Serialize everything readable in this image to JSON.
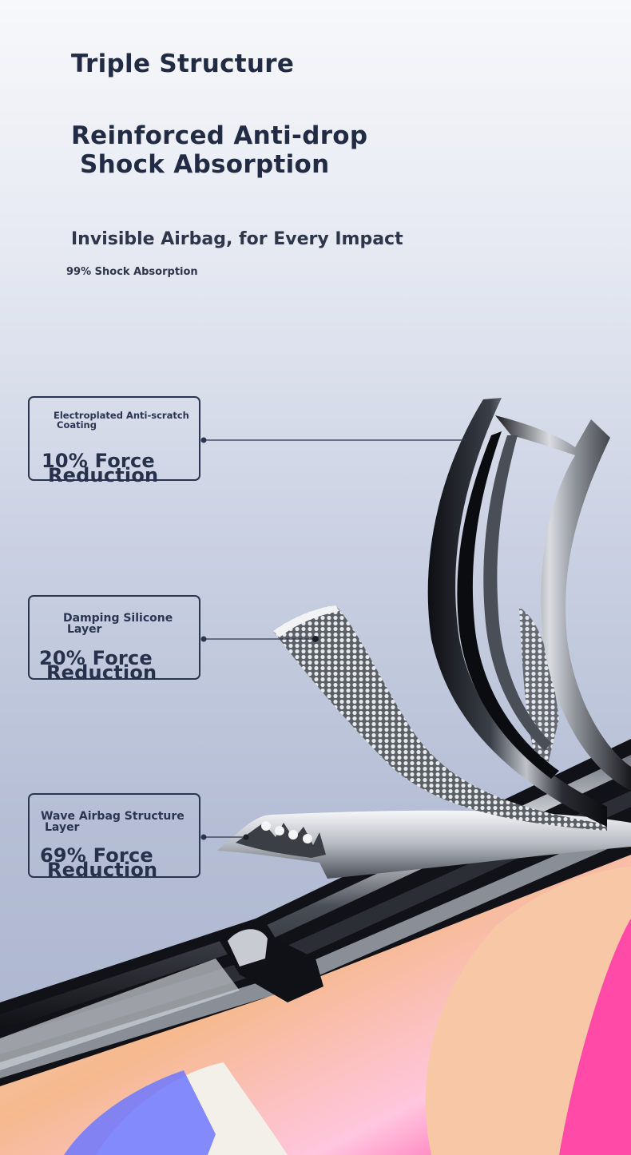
{
  "header": {
    "title": "Triple Structure",
    "subtitle_line1": "Reinforced Anti-drop",
    "subtitle_line2": "Shock Absorption",
    "tagline": "Invisible Airbag, for Every Impact",
    "tagline_small": "99% Shock Absorption"
  },
  "callouts": [
    {
      "label_line1": "Electroplated Anti-scratch",
      "label_line2": "Coating",
      "value_line1": "10% Force",
      "value_line2": "Reduction"
    },
    {
      "label_line1": "Damping Silicone",
      "label_line2": "Layer",
      "value_line1": "20% Force",
      "value_line2": "Reduction"
    },
    {
      "label_line1": "Wave Airbag Structure",
      "label_line2": "Layer",
      "value_line1": "69% Force",
      "value_line2": "Reduction"
    }
  ],
  "colors": {
    "text_dark": "#222b44",
    "frame_black": "#111318",
    "accent_pink": "#ff3fa3",
    "accent_blue": "#5a6cff"
  }
}
